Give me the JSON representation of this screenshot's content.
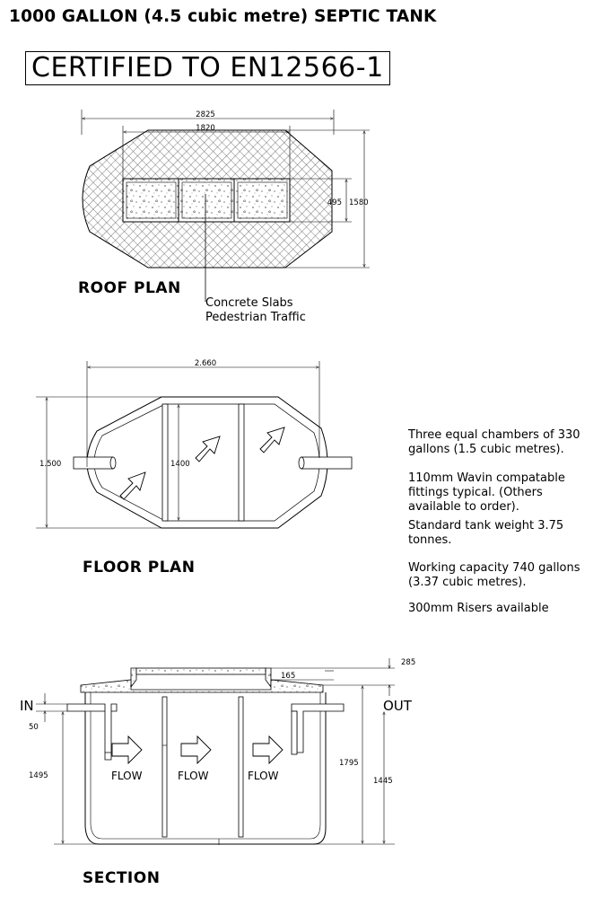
{
  "title": "1000 GALLON (4.5 cubic metre) SEPTIC TANK",
  "certification": "CERTIFIED TO EN12566-1",
  "roof_plan": {
    "heading": "ROOF PLAN",
    "dim_overall_width": "2825",
    "dim_inner_width": "1820",
    "dim_slab_depth": "495",
    "dim_overall_depth": "1580",
    "callout_line1": "Concrete Slabs",
    "callout_line2": "Pedestrian Traffic"
  },
  "floor_plan": {
    "heading": "FLOOR PLAN",
    "dim_width": "2.660",
    "dim_depth": "1.500",
    "dim_inner": "1400"
  },
  "notes": [
    "Three equal chambers of 330 gallons (1.5 cubic metres).",
    "110mm Wavin compatable fittings typical. (Others available to order).",
    "Standard tank weight 3.75 tonnes.",
    "Working capacity 740 gallons (3.37 cubic metres).",
    "300mm Risers available"
  ],
  "section": {
    "heading": "SECTION",
    "inlet_label": "IN",
    "outlet_label": "OUT",
    "flow_label": "FLOW",
    "dim_riser": "285",
    "dim_cover": "165",
    "dim_inlet_drop": "50",
    "dim_inlet_depth": "1495",
    "dim_total_height": "1795",
    "dim_outlet_depth": "1445"
  },
  "colors": {
    "ink": "#000000",
    "hatch": "#555555",
    "background": "#ffffff"
  }
}
